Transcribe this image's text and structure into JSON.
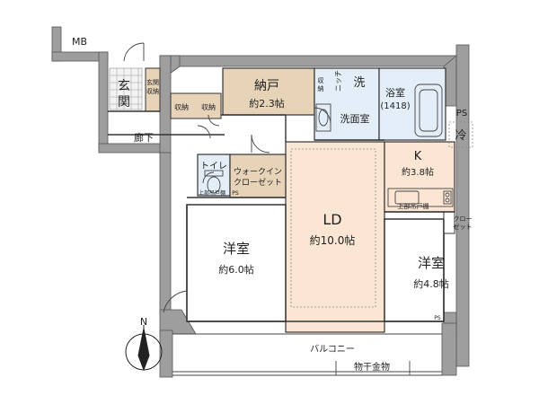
{
  "rooms": {
    "mb": "MB",
    "genkan": "玄\n関",
    "genkan_storage": "玄関\n収納",
    "storage_1": "収納",
    "storage_2": "収納",
    "storage_3": "収\n納",
    "nando_name": "納戸",
    "nando_size": "約2.3帖",
    "niche": "ニッチ",
    "washer": "洗",
    "washroom": "洗面室",
    "bath_name": "浴室",
    "bath_size": "(1418)",
    "ps_top": "PS",
    "fridge": "冷",
    "kitchen_name": "K",
    "kitchen_size": "約3.8帖",
    "hallway": "廊下",
    "toilet": "トイレ",
    "walkin_line1": "ウォークイン",
    "walkin_line2": "クローゼット",
    "upper_shelf_toilet": "上部吊戸棚",
    "ps_small": "PS",
    "ld_name": "LD",
    "ld_size": "約10.0帖",
    "upper_shelf_kitchen": "上部吊戸棚",
    "closet_line1": "クロー",
    "closet_line2": "ゼット",
    "western1_name": "洋室",
    "western1_size": "約6.0帖",
    "western2_name": "洋室",
    "western2_size": "約4.8帖",
    "ps_bottom": "PS",
    "balcony": "バルコニー",
    "drying_rack": "物干金物",
    "north": "N"
  },
  "colors": {
    "wall": "#9e9e9e",
    "wall_outline": "#555555",
    "ld_floor": "#fbe6d3",
    "nando_floor": "#e6d3b8",
    "wet_floor": "#e3eef8",
    "room_floor": "#ffffff"
  }
}
